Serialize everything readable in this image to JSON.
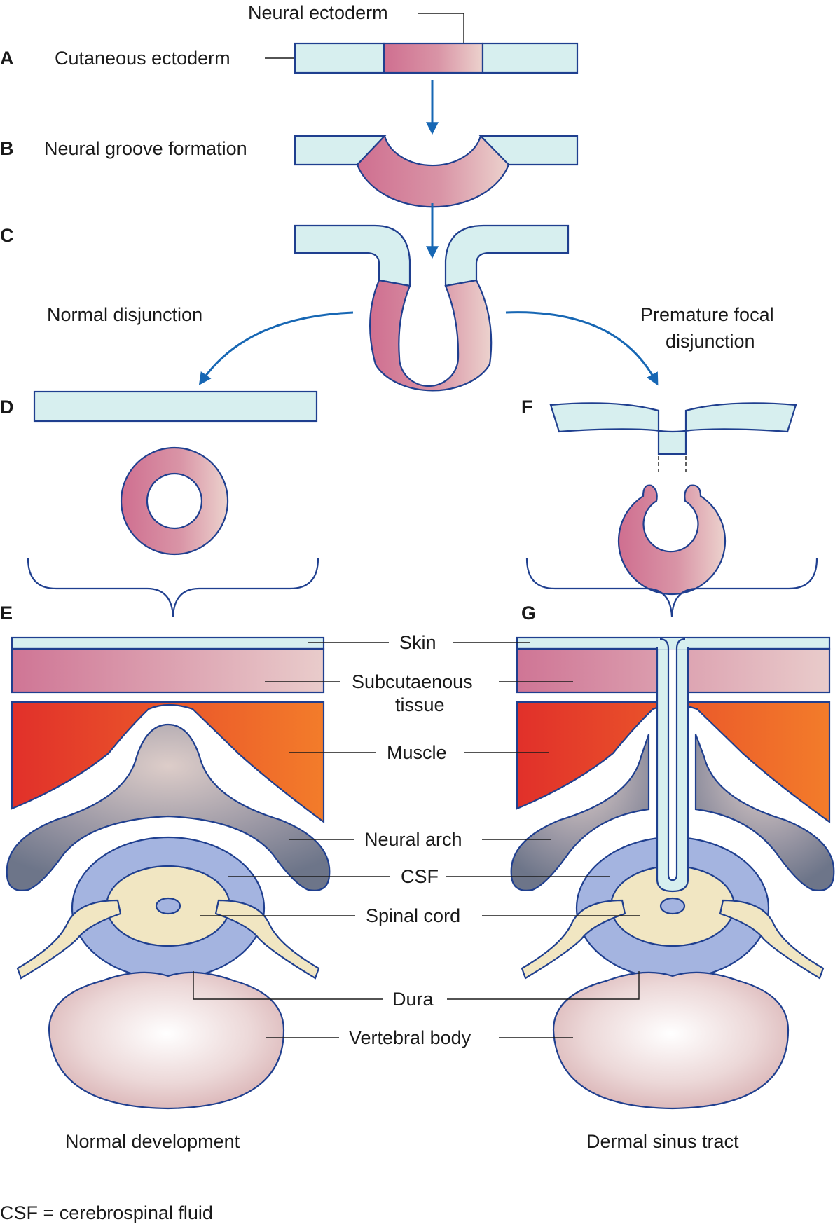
{
  "panels": {
    "a": "A",
    "b": "B",
    "c": "C",
    "d": "D",
    "e": "E",
    "f": "F",
    "g": "G"
  },
  "labels": {
    "neural_ectoderm": "Neural ectoderm",
    "cutaneous_ectoderm": "Cutaneous ectoderm",
    "neural_groove_formation": "Neural groove formation",
    "normal_disjunction": "Normal disjunction",
    "premature_focal_line1": "Premature focal",
    "premature_focal_line2": "disjunction",
    "skin": "Skin",
    "subcutaneous_line1": "Subcutaenous",
    "subcutaneous_line2": "tissue",
    "muscle": "Muscle",
    "neural_arch": "Neural arch",
    "csf": "CSF",
    "spinal_cord": "Spinal cord",
    "dura": "Dura",
    "vertebral_body": "Vertebral body"
  },
  "captions": {
    "left": "Normal development",
    "right": "Dermal sinus tract"
  },
  "footnote": "CSF = cerebrospinal fluid",
  "colors": {
    "ectoderm": "#d7efef",
    "neural": "#d0708f",
    "neural_light": "#e8c6c4",
    "outline": "#1f3f8f",
    "arrow": "#1767b4",
    "muscle_dark": "#e0342a",
    "muscle_light": "#f07a2a",
    "csf": "#a4b4e0",
    "cord": "#f1e6c2",
    "arch": "#7a8196",
    "vertebra": "#e2c5c5"
  }
}
